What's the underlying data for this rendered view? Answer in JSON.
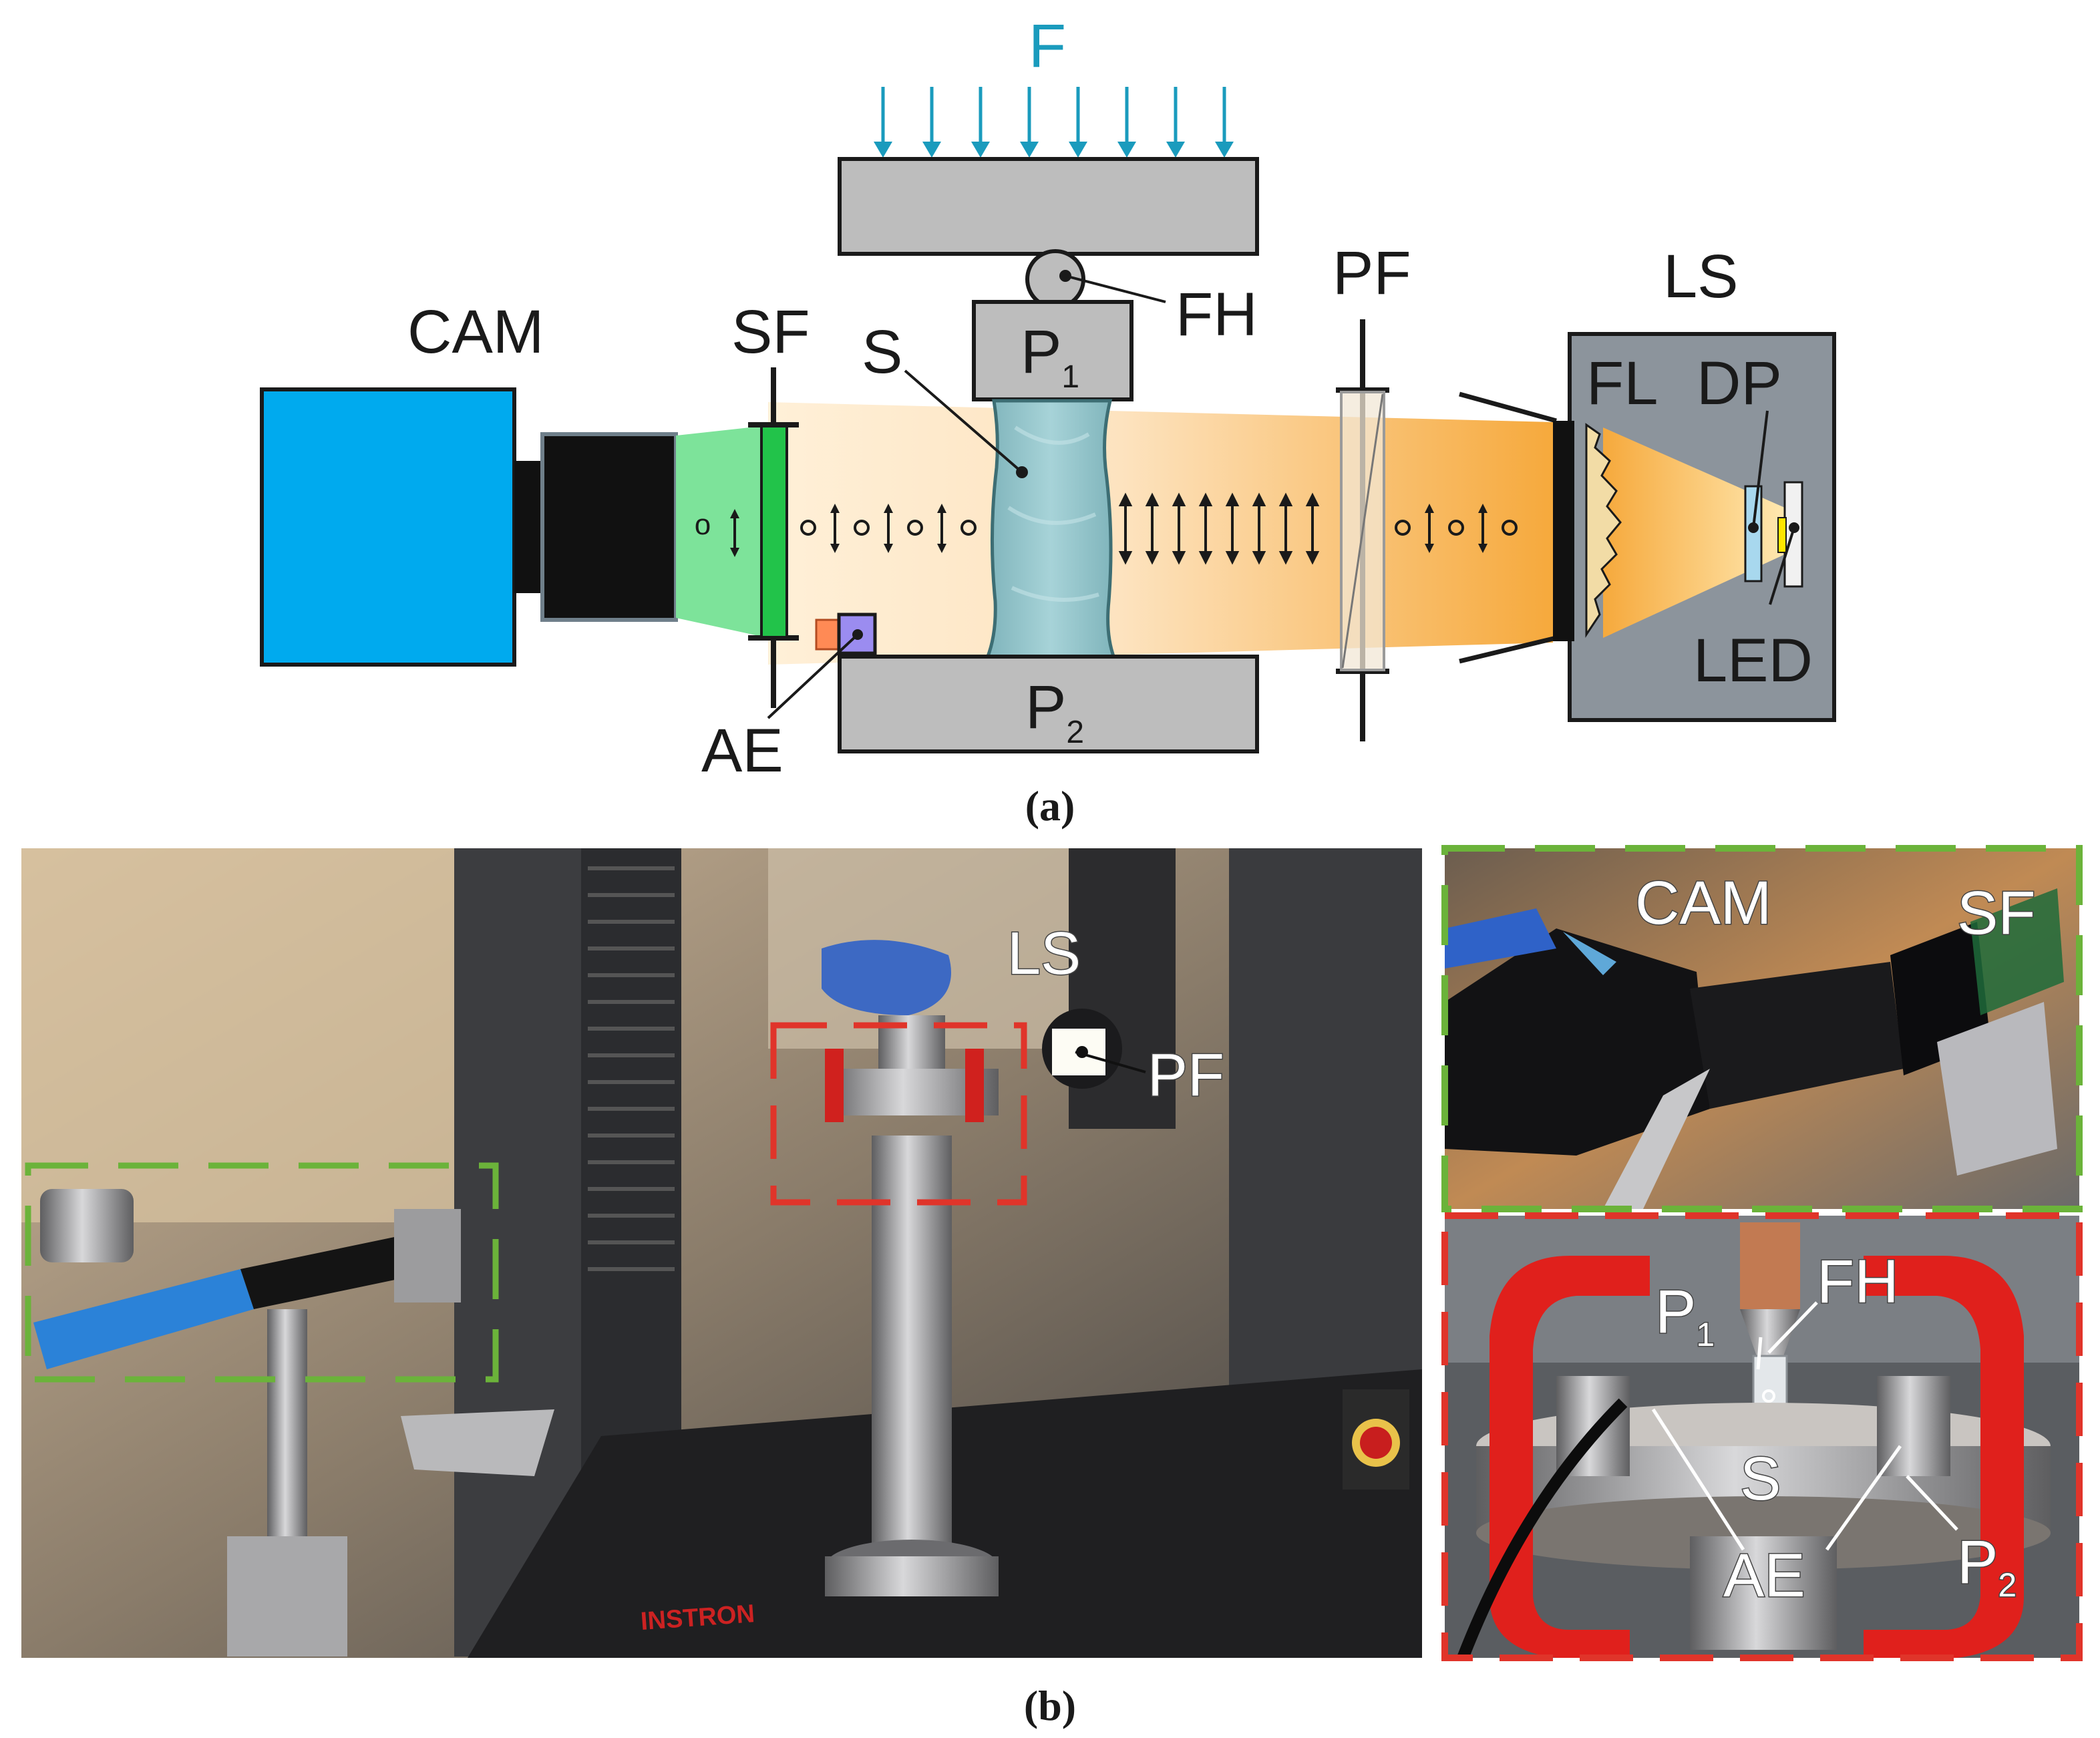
{
  "schematic": {
    "force_label": "F",
    "camera_label": "CAM",
    "spectral_filter_label": "SF",
    "sample_label": "S",
    "platen_top_label": "P",
    "platen_top_sub": "1",
    "platen_bottom_label": "P",
    "platen_bottom_sub": "2",
    "holder_label": "FH",
    "polarizer_label": "PF",
    "light_source_label": "LS",
    "lens_label": "FL",
    "diffuser_label": "DP",
    "led_label": "LED",
    "acoustic_label": "AE",
    "colors": {
      "force": "#1a9bbd",
      "camera": "#00aaee",
      "filter": "#22c34a",
      "sample": "#93c6cc",
      "platen": "#bdbdbd",
      "light_box": "#8c949c",
      "beam": "#f7b24a",
      "acoustic_orange": "#ff8a55",
      "acoustic_purple": "#9b8cf0"
    }
  },
  "caption_a": "(a)",
  "caption_b": "(b)",
  "photo_main": {
    "light_source_label": "LS",
    "polarizer_label": "PF",
    "brand_text": "INSTRON"
  },
  "inset_top": {
    "camera_label": "CAM",
    "filter_label": "SF"
  },
  "inset_bottom": {
    "p1_label": "P",
    "p1_sub": "1",
    "holder_label": "FH",
    "sample_label": "S",
    "acoustic_label": "AE",
    "p2_label": "P",
    "p2_sub": "2"
  }
}
